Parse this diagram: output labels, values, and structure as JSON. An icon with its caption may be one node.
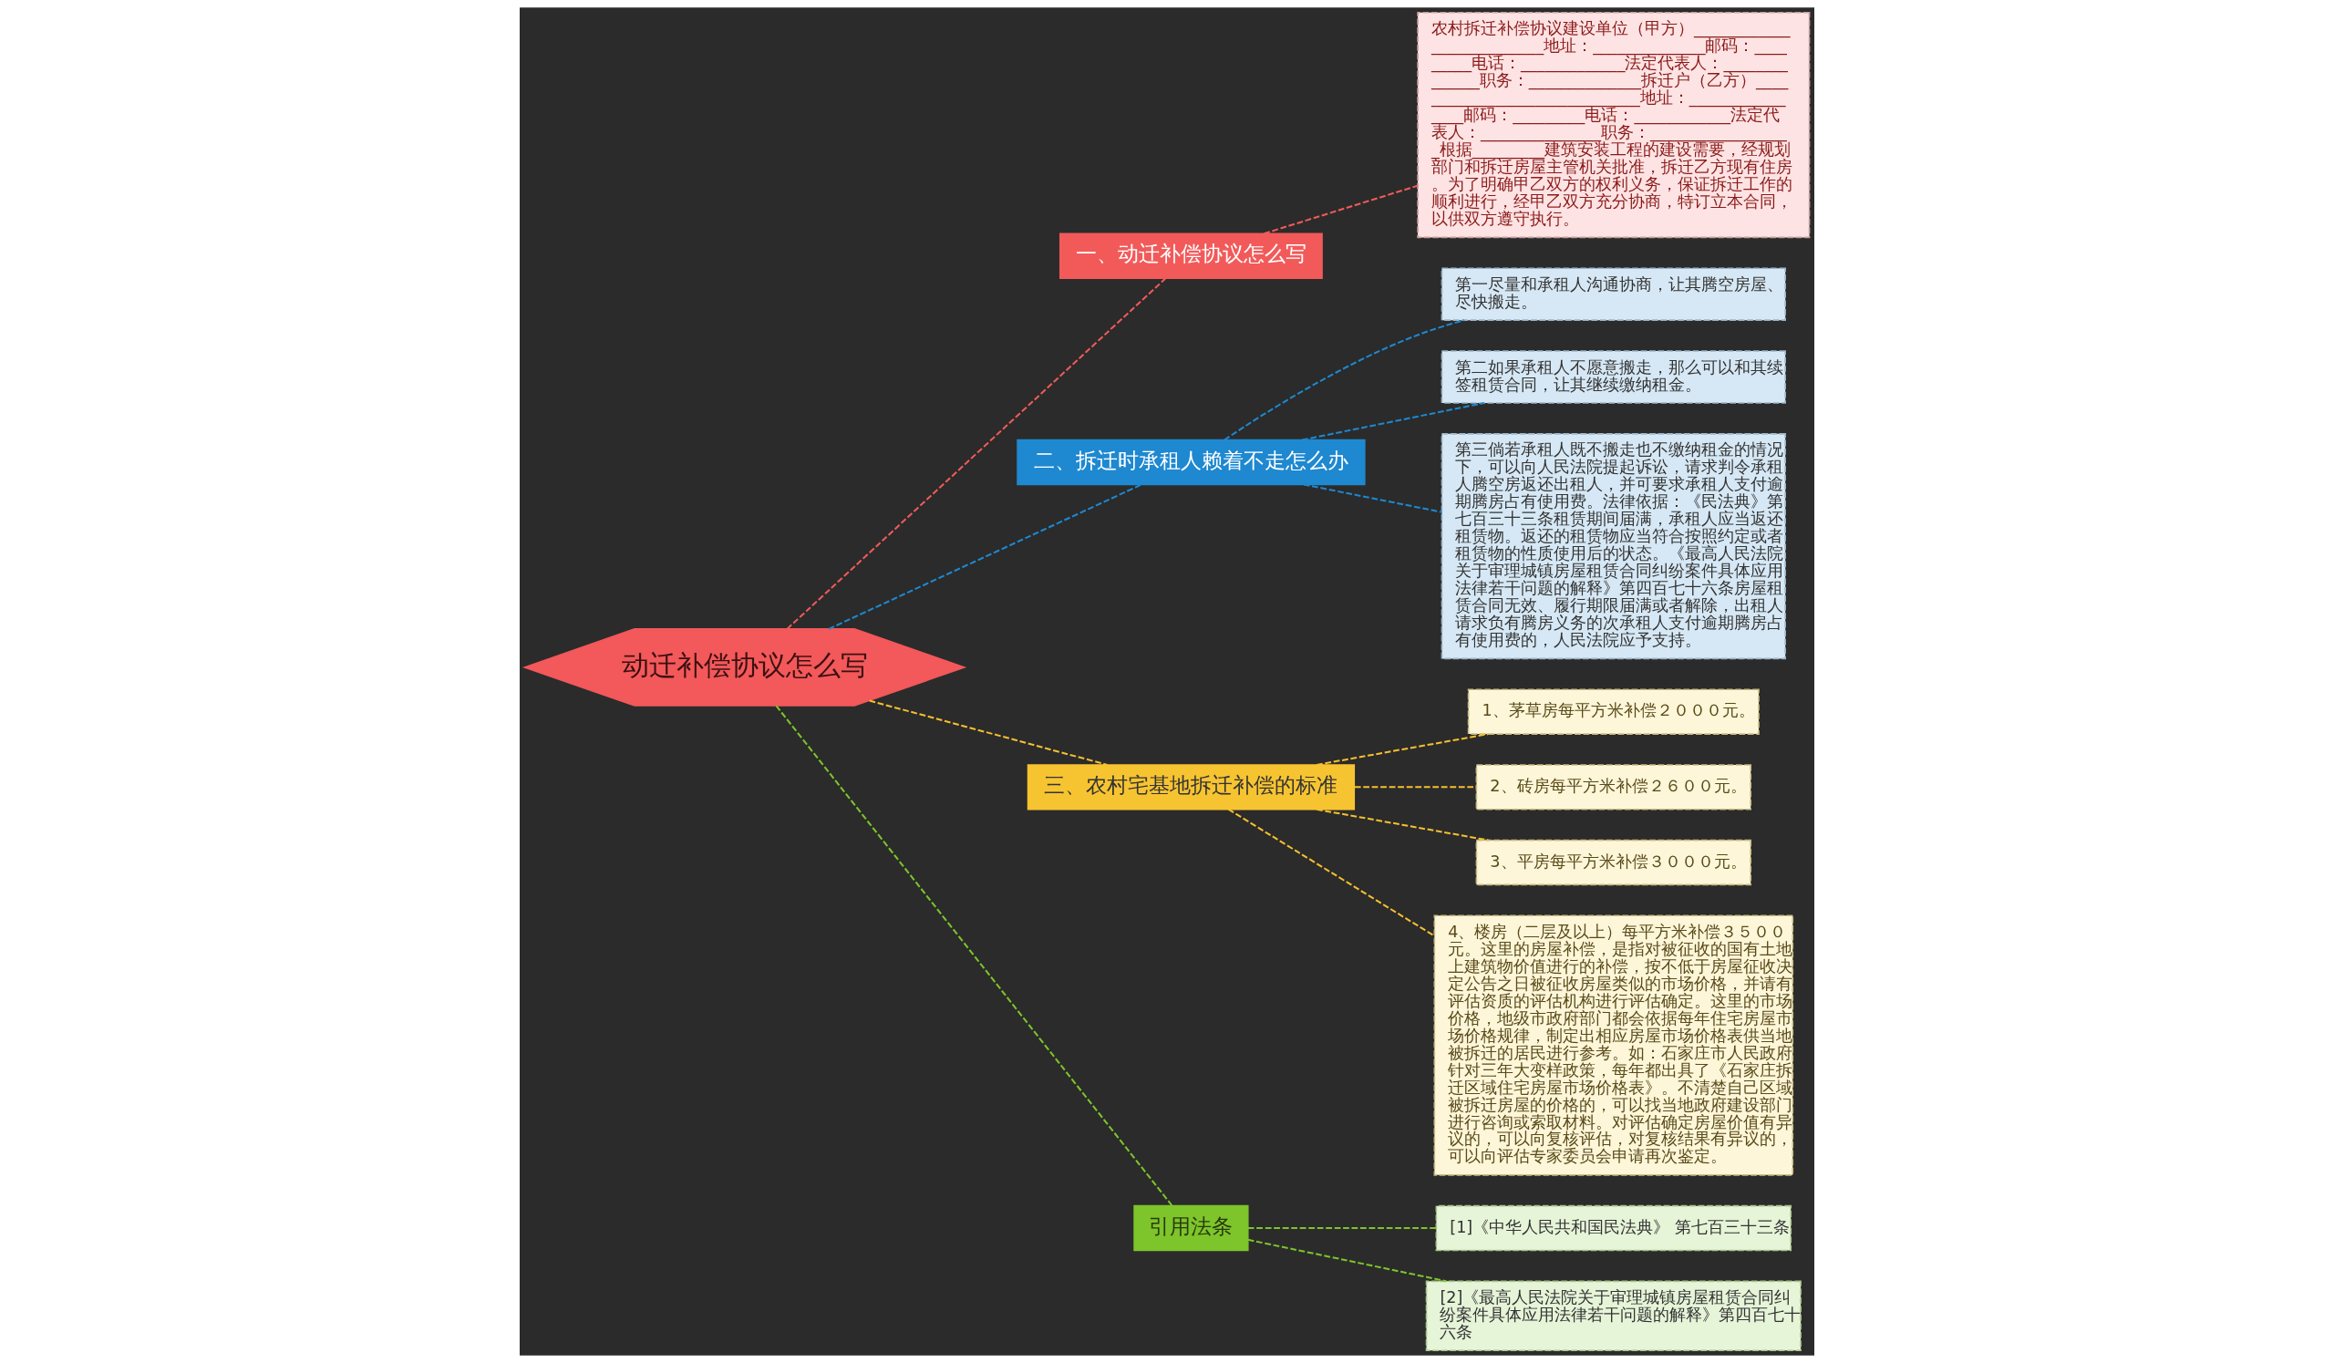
{
  "diagram": {
    "nodes": [
      {
        "text": [
          "动迁补偿协议怎么写"
        ]
      },
      {
        "text": [
          "一、动迁补偿协议怎么写"
        ]
      },
      {
        "text": [
          "农村拆迁补偿协议建设单位（甲方）__________________________地址：______________邮码：_________电话：_____________法定代表人：______________职务：______________拆迁户（乙方）______________________________地址：________________邮码：_________电话：____________法定代表人：_______________职务：__________________根据_________建筑安装工程的建设需要，经规划部门和拆迁房屋主管机关批准，拆迁乙方现有住房。为了明确甲乙双方的权利义务，保证拆迁工作的顺利进行，经甲乙双方充分协商，特订立本合同，以供双方遵守执行。"
        ]
      },
      {
        "text": [
          "二、拆迁时承租人赖着不走怎么办"
        ]
      },
      {
        "text": [
          "第一尽量和承租人沟通协商，让其腾空房屋、尽快搬走。"
        ]
      },
      {
        "text": [
          "第二如果承租人不愿意搬走，那么可以和其续签租赁合同，让其继续缴纳租金。"
        ]
      },
      {
        "text": [
          "第三倘若承租人既不搬走也不缴纳租金的情况下，可以向人民法院提起诉讼，请求判令承租人腾空房返还出租人，并可要求承租人支付逾期腾房占有使用费。法律依据：《民法典》第七百三十三条租赁期间届满，承租人应当返还租赁物。返还的租赁物应当符合按照约定或者租赁物的性质使用后的状态。《最高人民法院关于审理城镇房屋租赁合同纠纷案件具体应用法律若干问题的解释》第四百七十六条房屋租赁合同无效、履行期限届满或者解除，出租人请求负有腾房义务的次承租人支付逾期腾房占有使用费的，人民法院应予支持。"
        ]
      },
      {
        "text": [
          "三、农村宅基地拆迁补偿的标准"
        ]
      },
      {
        "text": [
          "1、茅草房每平方米补偿２０００元。"
        ]
      },
      {
        "text": [
          "2、砖房每平方米补偿２６００元。"
        ]
      },
      {
        "text": [
          "3、平房每平方米补偿３０００元。"
        ]
      },
      {
        "text": [
          "4、楼房（二层及以上）每平方米补偿３５００元。这里的房屋补偿，是指对被征收的国有土地上建筑物价值进行的补偿，按不低于房屋征收决定公告之日被征收房屋类似的市场价格，并请有评估资质的评估机构进行评估确定。这里的市场价格，地级市政府部门都会依据每年住宅房屋市场价格规律，制定出相应房屋市场价格表供当地被拆迁的居民进行参考。如：石家庄市人民政府针对三年大变样政策，每年都出具了《石家庄拆迁区域住宅房屋市场价格表》。不清楚自己区域被拆迁房屋的价格的，可以找当地政府建设部门进行咨询或索取材料。对评估确定房屋价值有异议的，可以向复核评估，对复核结果有异议的，可以向评估专家委员会申请再次鉴定。"
        ]
      },
      {
        "text": [
          "引用法条"
        ]
      },
      {
        "text": [
          "[1]《中华人民共和国民法典》 第七百三十三条"
        ]
      },
      {
        "text": [
          "[2]《最高人民法院关于审理城镇房屋租赁合同纠纷案件具体应用法律若干问题的解释》第四百七十六条"
        ]
      }
    ],
    "edges": [
      {
        "from": 0,
        "to": 1,
        "arrow": "none",
        "style": "dashed",
        "color": "#f25a5a"
      },
      {
        "from": 1,
        "to": 2,
        "arrow": "none",
        "style": "dashed",
        "color": "#f25a5a"
      },
      {
        "from": 0,
        "to": 3,
        "arrow": "none",
        "style": "dashed",
        "color": "#1e88d0"
      },
      {
        "from": 3,
        "to": 4,
        "arrow": "none",
        "style": "dashed",
        "color": "#1e88d0"
      },
      {
        "from": 3,
        "to": 5,
        "arrow": "none",
        "style": "dashed",
        "color": "#1e88d0"
      },
      {
        "from": 3,
        "to": 6,
        "arrow": "none",
        "style": "dashed",
        "color": "#1e88d0"
      },
      {
        "from": 0,
        "to": 7,
        "arrow": "none",
        "style": "dashed",
        "color": "#f5c02f"
      },
      {
        "from": 7,
        "to": 8,
        "arrow": "none",
        "style": "dashed",
        "color": "#f5c02f"
      },
      {
        "from": 7,
        "to": 9,
        "arrow": "none",
        "style": "dashed",
        "color": "#f5c02f"
      },
      {
        "from": 7,
        "to": 10,
        "arrow": "none",
        "style": "dashed",
        "color": "#f5c02f"
      },
      {
        "from": 7,
        "to": 11,
        "arrow": "none",
        "style": "dashed",
        "color": "#f5c02f"
      },
      {
        "from": 0,
        "to": 12,
        "arrow": "none",
        "style": "dashed",
        "color": "#7dc52a"
      },
      {
        "from": 12,
        "to": 13,
        "arrow": "none",
        "style": "dashed",
        "color": "#7dc52a"
      },
      {
        "from": 12,
        "to": 14,
        "arrow": "none",
        "style": "dashed",
        "color": "#7dc52a"
      }
    ]
  }
}
